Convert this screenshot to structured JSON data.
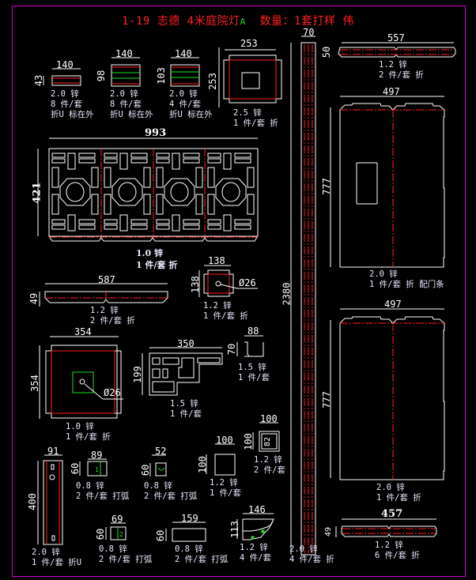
{
  "title": {
    "text": "1-19 志德 4米庭院灯",
    "mark": "A",
    "quantity": "数量：1套打样 伟"
  },
  "colors": {
    "background": "#000000",
    "frame": "#d400d4",
    "outline": "#ffffff",
    "fold_line": "#ff2020",
    "accent": "#20e020"
  },
  "parts": [
    {
      "id": "p1",
      "width": "140",
      "height": "43",
      "lines": [
        "2.0 锌",
        "8 件/套",
        "折U 标在外"
      ]
    },
    {
      "id": "p2",
      "width": "140",
      "height": "98",
      "lines": [
        "2.0 锌",
        "8 件/套",
        "折U 标在外"
      ]
    },
    {
      "id": "p3",
      "width": "140",
      "height": "103",
      "lines": [
        "2.0 锌",
        "4 件/套",
        "折U 标在外"
      ]
    },
    {
      "id": "p4",
      "width": "253",
      "height": "253",
      "lines": [
        "2.5 锌",
        "1 件/套 折"
      ]
    },
    {
      "id": "p5",
      "width": "70",
      "height": "2380",
      "lines": [
        "2.0 锌",
        "4 件/套 折"
      ]
    },
    {
      "id": "p6",
      "width": "557",
      "height": "50",
      "lines": [
        "1.2 锌",
        "2 件/套 折"
      ]
    },
    {
      "id": "p7",
      "width": "993",
      "height": "421",
      "lines": [
        "1.0 锌",
        "1 件/套 折"
      ]
    },
    {
      "id": "p8",
      "width": "497",
      "height": "777",
      "lines": [
        "2.0 锌",
        "1 件/套 折 配门条"
      ]
    },
    {
      "id": "p9",
      "width": "138",
      "height": "138",
      "hole": "Ø26",
      "lines": [
        "1.2 锌",
        "1 件/套 折"
      ]
    },
    {
      "id": "p10",
      "width": "587",
      "height": "49",
      "lines": [
        "1.2 锌",
        "2 件/套 折"
      ]
    },
    {
      "id": "p11",
      "width": "354",
      "height": "354",
      "hole": "Ø26",
      "lines": [
        "1.0 锌",
        "1 件/套 折"
      ]
    },
    {
      "id": "p12",
      "width": "350",
      "height": "199",
      "lines": [
        "1.5 锌",
        "1 件/套"
      ]
    },
    {
      "id": "p13",
      "width": "88",
      "height": "70",
      "lines": [
        "1.5 锌",
        "1 件/套"
      ]
    },
    {
      "id": "p14",
      "width": "497",
      "height": "777",
      "lines": [
        "2.0 锌",
        "1 件/套 折"
      ]
    },
    {
      "id": "p15",
      "width": "91",
      "height": "400",
      "lines": [
        "2.0 锌",
        "1 件/套 折U"
      ]
    },
    {
      "id": "p16",
      "width": "89",
      "height": "60",
      "tag": "1",
      "lines": [
        "0.8 锌",
        "2 件/套 打弧"
      ]
    },
    {
      "id": "p17",
      "width": "52",
      "height": "60",
      "lines": [
        "0.8 锌",
        "2 件/套 打弧"
      ]
    },
    {
      "id": "p18",
      "width": "100",
      "height": "100",
      "lines": [
        "1.2 锌",
        "1 件/套"
      ]
    },
    {
      "id": "p19",
      "width": "100",
      "height": "100",
      "inner": "82",
      "lines": [
        "1.2 锌",
        "2 件/套"
      ]
    },
    {
      "id": "p20",
      "width": "69",
      "height": "60",
      "tag": "2",
      "lines": [
        "0.8 锌",
        "2 件/套 打弧"
      ]
    },
    {
      "id": "p21",
      "width": "159",
      "height": "60",
      "lines": [
        "0.8 锌",
        "2 件/套 打弧"
      ]
    },
    {
      "id": "p22",
      "width": "146",
      "height": "113",
      "lines": [
        "1.2 锌",
        "4 件/套"
      ]
    },
    {
      "id": "p23",
      "width": "457",
      "height": "49",
      "lines": [
        "1.2 锌",
        "6 件/套 折"
      ]
    }
  ]
}
